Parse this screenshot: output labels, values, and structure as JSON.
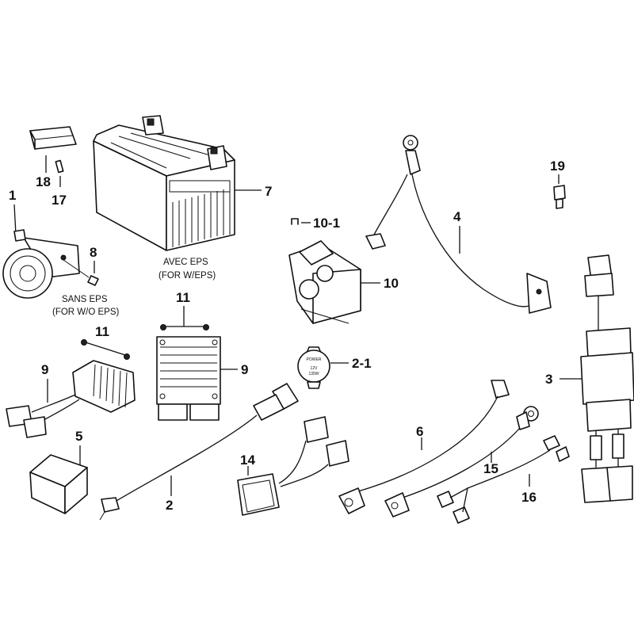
{
  "callouts": {
    "c1": "1",
    "c2": "2",
    "c2_1": "2-1",
    "c3": "3",
    "c4": "4",
    "c5": "5",
    "c6": "6",
    "c7": "7",
    "c8": "8",
    "c9a": "9",
    "c9b": "9",
    "c10": "10",
    "c10_1": "10-1",
    "c11a": "11",
    "c11b": "11",
    "c14": "14",
    "c15": "15",
    "c16": "16",
    "c17": "17",
    "c18": "18",
    "c19": "19"
  },
  "captions": {
    "avec_eps": "AVEC EPS",
    "for_w_eps": "(FOR W/EPS)",
    "sans_eps": "SANS EPS",
    "for_wo_eps": "(FOR W/O EPS)"
  },
  "part_markings": {
    "relay_text": "POWER",
    "relay_spec": "12V",
    "relay_spec2": "135W"
  }
}
